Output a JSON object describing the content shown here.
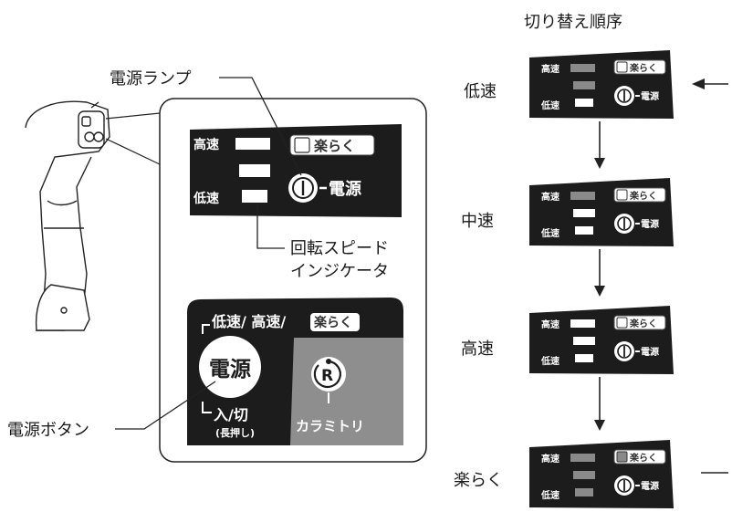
{
  "callouts": {
    "power_lamp": "電源ランプ",
    "speed_indicator_line1": "回転スピード",
    "speed_indicator_line2": "インジケータ",
    "power_button": "電源ボタン"
  },
  "panel": {
    "high": "高速",
    "low": "低速",
    "easy": "楽らく",
    "power": "電源"
  },
  "button_panel": {
    "modes": "低速/ 高速/",
    "easy": "楽らく",
    "power_big": "電源",
    "onoff": "入/切",
    "long_press": "(長押し)",
    "unjam_icon": "R",
    "unjam": "カラミトリ"
  },
  "sequence": {
    "title": "切り替え順序",
    "steps": [
      {
        "label": "低速",
        "lit_bars": 1,
        "easy_on": false
      },
      {
        "label": "中速",
        "lit_bars": 2,
        "easy_on": false
      },
      {
        "label": "高速",
        "lit_bars": 3,
        "easy_on": false
      },
      {
        "label": "楽らく",
        "lit_bars": 0,
        "easy_on": true
      }
    ]
  },
  "colors": {
    "panel_black": "#1c1c1c",
    "bar_lit": "#ffffff",
    "bar_dim": "#8a8a8a",
    "unjam_bg": "#8e8e8e"
  }
}
